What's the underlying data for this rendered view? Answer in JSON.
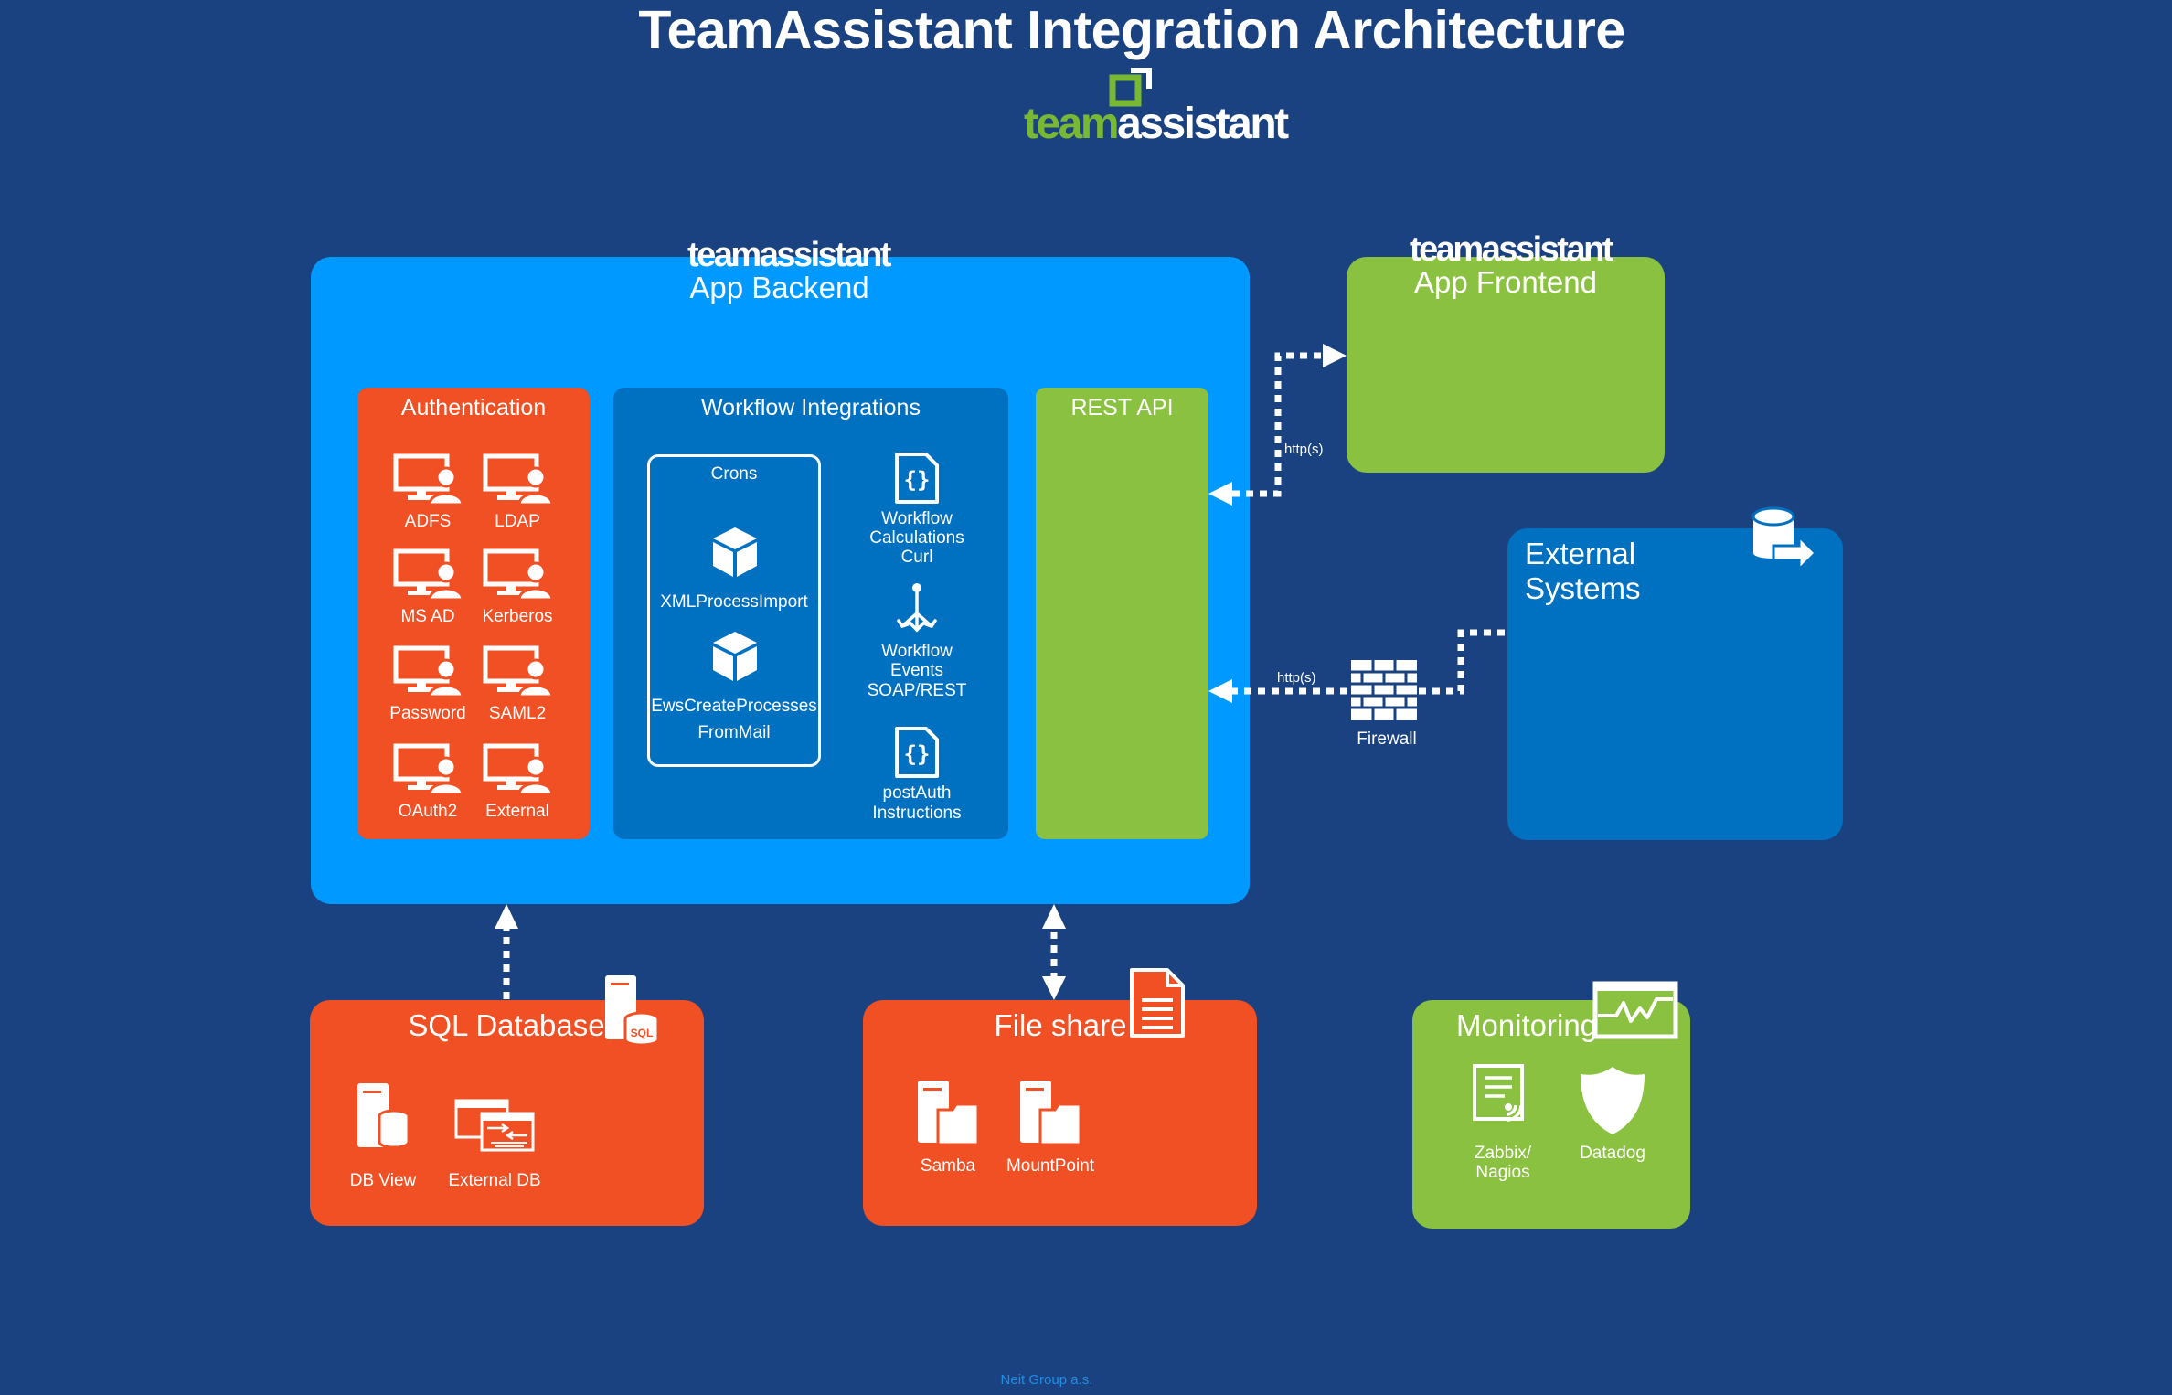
{
  "title": "TeamAssistant Integration Architecture",
  "logo": {
    "part1": "team",
    "part2": "assistant"
  },
  "backend": {
    "logo": "teamassistant",
    "title": "App Backend",
    "authentication": {
      "title": "Authentication",
      "items": [
        "ADFS",
        "LDAP",
        "MS AD",
        "Kerberos",
        "Password",
        "SAML2",
        "OAuth2",
        "External"
      ]
    },
    "workflow": {
      "title": "Workflow Integrations",
      "crons": {
        "title": "Crons",
        "item1": "XMLProcessImport",
        "item2a": "EwsCreateProcesses",
        "item2b": "FromMail"
      },
      "calc": {
        "l1": "Workflow",
        "l2": "Calculations",
        "l3": "Curl"
      },
      "events": {
        "l1": "Workflow",
        "l2": "Events",
        "l3": "SOAP/REST"
      },
      "postauth": {
        "l1": "postAuth",
        "l2": "Instructions"
      }
    },
    "rest_api": "REST API"
  },
  "frontend": {
    "logo": "teamassistant",
    "title": "App Frontend"
  },
  "external": {
    "title": "External Systems"
  },
  "connections": {
    "http_top": "http(s)",
    "http_bottom": "http(s)",
    "firewall": "Firewall"
  },
  "sql": {
    "title": "SQL Database",
    "badge": "SQL",
    "items": [
      "DB View",
      "External DB"
    ]
  },
  "fileshare": {
    "title": "File share",
    "items": [
      "Samba",
      "MountPoint"
    ]
  },
  "monitoring": {
    "title": "Monitoring",
    "zabbix1": "Zabbix/",
    "zabbix2": "Nagios",
    "datadog": "Datadog"
  },
  "footer": "Neit Group a.s.",
  "colors": {
    "background": "#1b4280",
    "backend": "#0099ff",
    "orange": "#f05023",
    "green": "#8bc140",
    "panel": "#0070c0"
  }
}
